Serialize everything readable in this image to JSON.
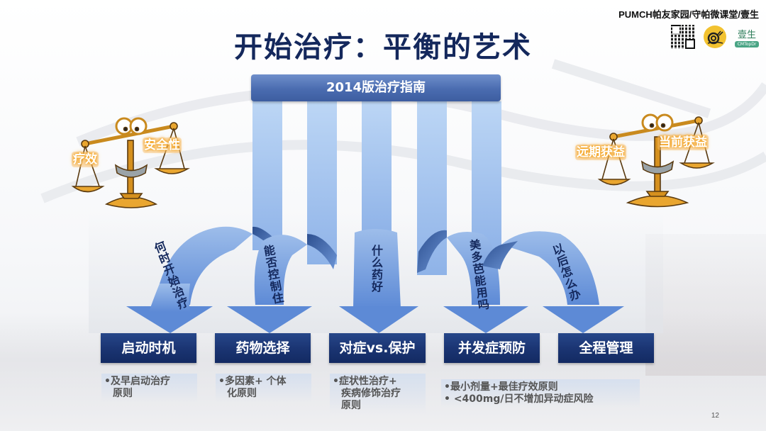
{
  "brand": {
    "title": "PUMCH帕友家园/守帕微课堂/壹生",
    "logos": [
      "qr-code",
      "snail-logo",
      "yisheng-logo"
    ],
    "yisheng_text": "壹生",
    "yisheng_subtext": "CMTopDr"
  },
  "title": "开始治疗：平衡的艺术",
  "guideline": "2014版治疗指南",
  "scales": {
    "left": {
      "left_pan": "疗效",
      "right_pan": "安全性"
    },
    "right": {
      "left_pan": "远期获益",
      "right_pan": "当前获益"
    }
  },
  "ribbons": [
    {
      "label": "何时开始治疗"
    },
    {
      "label": "能否控制住"
    },
    {
      "label": "什么药好"
    },
    {
      "label": "美多芭能用吗"
    },
    {
      "label": "以后怎么办"
    }
  ],
  "categories": [
    {
      "label": "启动时机"
    },
    {
      "label": "药物选择"
    },
    {
      "label": "对症vs.保护"
    },
    {
      "label": "并发症预防"
    },
    {
      "label": "全程管理"
    }
  ],
  "notes": [
    {
      "lines": [
        "•及早启动治疗",
        "原则"
      ]
    },
    {
      "lines": [
        "•多因素+ 个体",
        "化原则"
      ]
    },
    {
      "lines": [
        "•症状性治疗+",
        "疾病修饰治疗",
        "原则"
      ]
    },
    {
      "lines": [
        "•最小剂量+最佳疗效原则",
        "• <400mg/日不增加异动症风险"
      ]
    }
  ],
  "page_number": "12",
  "colors": {
    "title": "#14285c",
    "guide_bar": "#4a6cb0",
    "ribbon_light": "#a9c8f0",
    "ribbon_dark": "#2c4f8f",
    "category_box": "#1b3573",
    "scale_gold": "#f0a020"
  }
}
